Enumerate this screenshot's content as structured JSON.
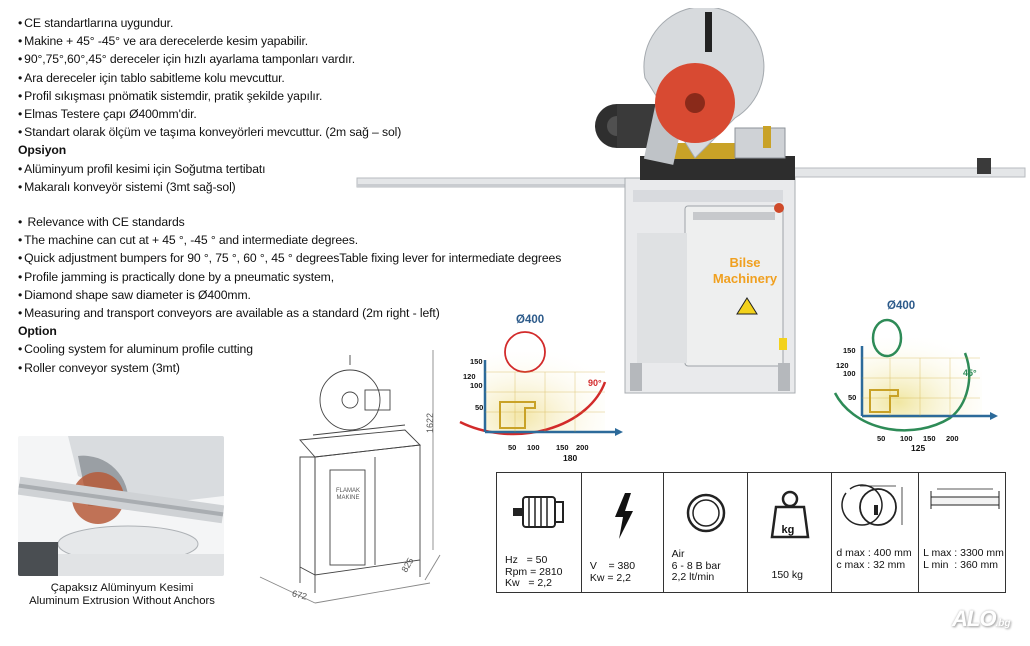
{
  "features_tr": [
    "CE standartlarına uygundur.",
    "Makine + 45° -45° ve ara derecelerde kesim yapabilir.",
    "90°,75°,60°,45° dereceler  için hızlı ayarlama tamponları vardır.",
    "Ara dereceler  için tablo sabitleme kolu mevcuttur.",
    "Profil sıkışması pnömatik sistemdir, pratik şekilde yapılır.",
    "Elmas Testere çapı Ø400mm'dir.",
    "Standart olarak ölçüm ve taşıma konveyörleri mevcuttur. (2m sağ – sol)"
  ],
  "options_tr_heading": "Opsiyon",
  "options_tr": [
    "Alüminyum profil kesimi için Soğutma tertibatı",
    "Makaralı konveyör sistemi (3mt sağ-sol)"
  ],
  "features_en": [
    " Relevance with CE standards",
    "The machine can cut at + 45 °, -45 ° and intermediate degrees.",
    "Quick adjustment bumpers for 90 °, 75 °, 60 °, 45 ° degreesTable fixing lever for intermediate degrees",
    "Profile jamming is practically done  by a pneumatic system,",
    "Diamond shape saw diameter is Ø400mm.",
    "Measuring and transport conveyors are available as a standard (2m right - left)"
  ],
  "options_en_heading": "Option",
  "options_en": [
    "Cooling system for aluminum profile cutting",
    "Roller conveyor system (3mt)"
  ],
  "machine_label": {
    "line1": "Bilse",
    "line2": "Machinery"
  },
  "caption": {
    "tr": "Çapaksız Alüminyum Kesimi",
    "en": "Aluminum Extrusion Without Anchors"
  },
  "drawing": {
    "height": "1622",
    "depth": "825",
    "width": "672",
    "brand": "FLAMAK MAKINE"
  },
  "diagram_left": {
    "diameter": "Ø400",
    "angle": "90°",
    "y_ticks": [
      "150",
      "120",
      "100",
      "50"
    ],
    "x_ticks": [
      "50",
      "100",
      "150",
      "200"
    ],
    "x_extra": "180"
  },
  "diagram_right": {
    "diameter": "Ø400",
    "angle": "45°",
    "y_ticks": [
      "150",
      "120",
      "100",
      "50"
    ],
    "x_ticks": [
      "50",
      "100",
      "150",
      "200"
    ],
    "x_extra": "125"
  },
  "specs": {
    "motor": "Hz   = 50\nRpm = 2810\nKw   = 2,2",
    "power": "V    = 380\nKw = 2,2",
    "air": "Air\n6 - 8 B bar\n2,2 lt/min",
    "weight_icon": "kg",
    "weight": "150 kg",
    "blade": "d max : 400 mm\nc max : 32 mm",
    "length": "L max : 3300 mm\nL min  : 360 mm"
  },
  "colors": {
    "blade_red": "#d84a32",
    "diagram_red": "#d22a2a",
    "diagram_green": "#2e8b57",
    "profile_gold": "#c9a227"
  },
  "brand_logo": {
    "main": "ALO",
    "suffix": ".bg"
  }
}
